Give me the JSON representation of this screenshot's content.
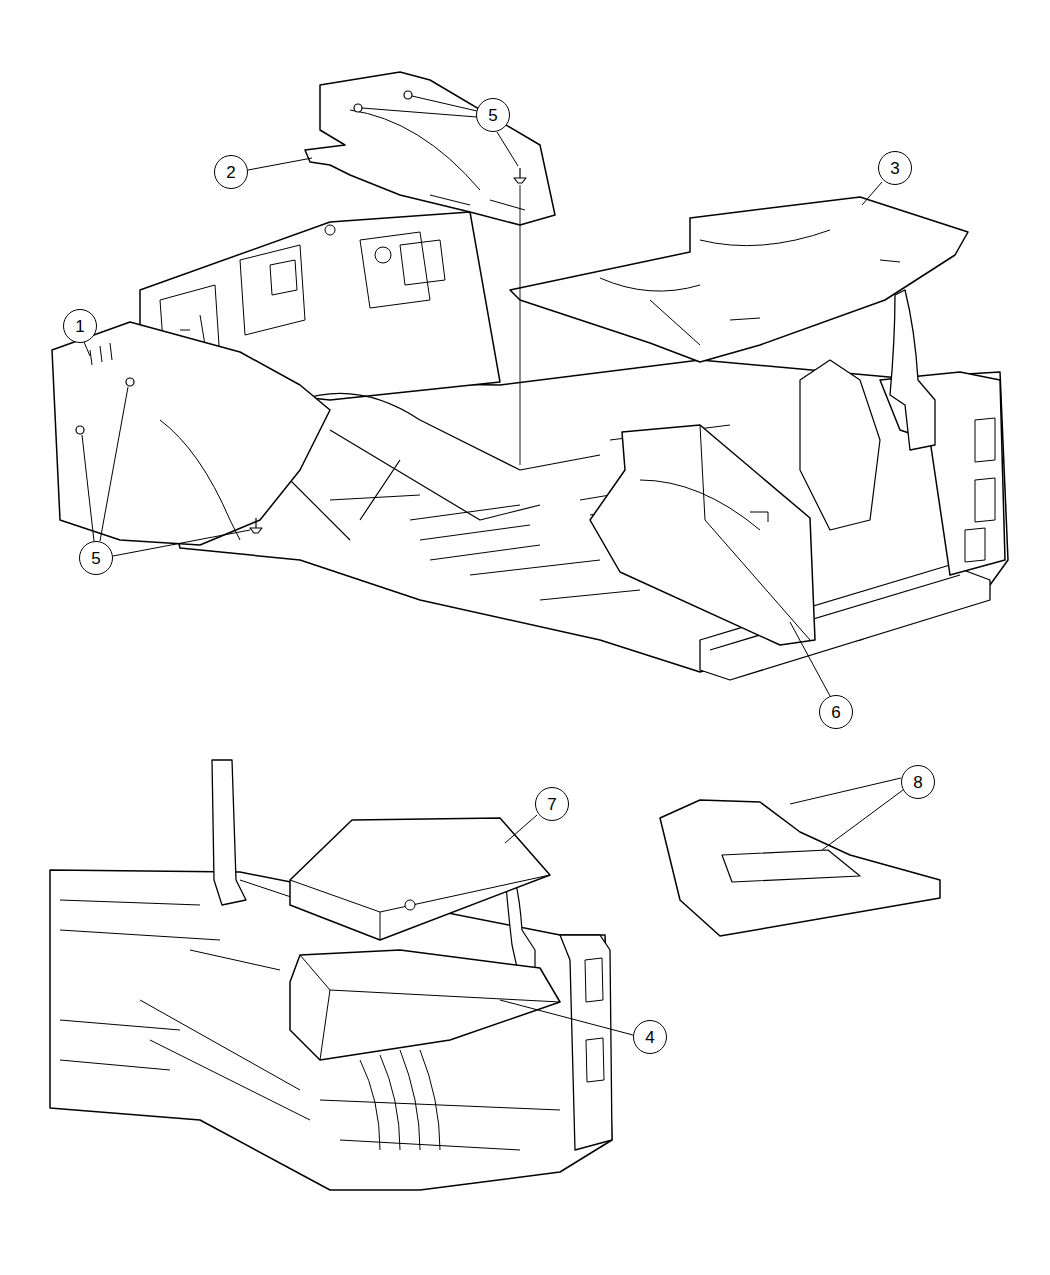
{
  "diagram": {
    "nodes": [
      {
        "text": [
          "5"
        ]
      },
      {
        "text": [
          "3"
        ]
      },
      {
        "text": [
          "2"
        ]
      },
      {
        "text": [
          "1"
        ]
      },
      {
        "text": [
          "5"
        ]
      },
      {
        "text": [
          "6"
        ]
      },
      {
        "text": [
          "8"
        ]
      },
      {
        "text": [
          "7"
        ]
      },
      {
        "text": [
          "4"
        ]
      }
    ]
  }
}
